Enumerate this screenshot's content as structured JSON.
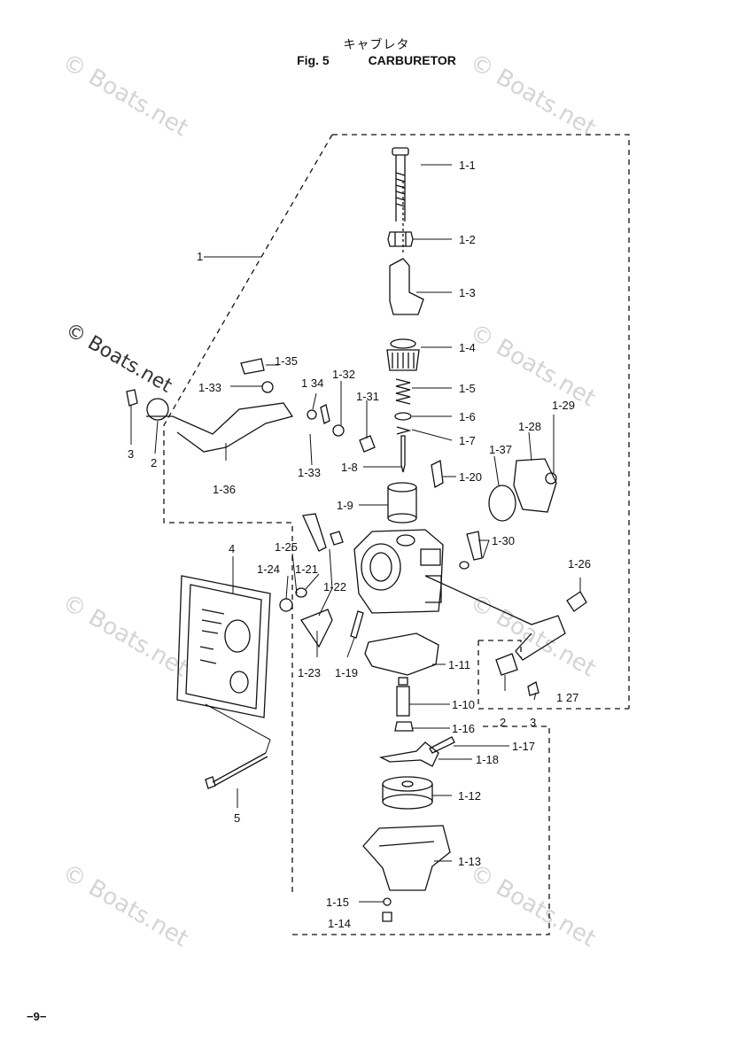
{
  "header": {
    "title_jp": "キャブレタ",
    "fig_label": "Fig. 5",
    "title_en": "CARBURETOR"
  },
  "footer": {
    "page_number": "−9−"
  },
  "watermarks": [
    {
      "text": "© Boats.net",
      "style": "light"
    },
    {
      "text": "© Boats.net",
      "style": "light"
    },
    {
      "text": "© Boats.net",
      "style": "dark"
    },
    {
      "text": "© Boats.net",
      "style": "light"
    },
    {
      "text": "© Boats.net",
      "style": "light"
    },
    {
      "text": "© Boats.net",
      "style": "light"
    },
    {
      "text": "© Boats.net",
      "style": "light"
    },
    {
      "text": "© Boats.net",
      "style": "light"
    }
  ],
  "part_labels": [
    {
      "id": "1-1",
      "text": "1-1"
    },
    {
      "id": "1-2",
      "text": "1-2"
    },
    {
      "id": "1-3",
      "text": "1-3"
    },
    {
      "id": "1-4",
      "text": "1-4"
    },
    {
      "id": "1-5",
      "text": "1-5"
    },
    {
      "id": "1-6",
      "text": "1-6"
    },
    {
      "id": "1-7",
      "text": "1-7"
    },
    {
      "id": "1-8",
      "text": "1-8"
    },
    {
      "id": "1-9",
      "text": "1-9"
    },
    {
      "id": "1-10",
      "text": "1-10"
    },
    {
      "id": "1-11",
      "text": "1-11"
    },
    {
      "id": "1-12",
      "text": "1-12"
    },
    {
      "id": "1-13",
      "text": "1-13"
    },
    {
      "id": "1-14",
      "text": "1-14"
    },
    {
      "id": "1-15",
      "text": "1-15"
    },
    {
      "id": "1-16",
      "text": "1-16"
    },
    {
      "id": "1-17",
      "text": "1-17"
    },
    {
      "id": "1-18",
      "text": "1-18"
    },
    {
      "id": "1-19",
      "text": "1-19"
    },
    {
      "id": "1-20",
      "text": "1-20"
    },
    {
      "id": "1-21",
      "text": "1-21"
    },
    {
      "id": "1-22",
      "text": "1-22"
    },
    {
      "id": "1-23",
      "text": "1-23"
    },
    {
      "id": "1-24",
      "text": "1-24"
    },
    {
      "id": "1-25",
      "text": "1-25"
    },
    {
      "id": "1-26",
      "text": "1-26"
    },
    {
      "id": "1-27",
      "text": "1 27"
    },
    {
      "id": "1-28",
      "text": "1-28"
    },
    {
      "id": "1-29",
      "text": "1-29"
    },
    {
      "id": "1-30",
      "text": "1-30"
    },
    {
      "id": "1-31",
      "text": "1-31"
    },
    {
      "id": "1-32",
      "text": "1-32"
    },
    {
      "id": "1-33a",
      "text": "1-33"
    },
    {
      "id": "1-33b",
      "text": "1-33"
    },
    {
      "id": "1-34",
      "text": "1 34"
    },
    {
      "id": "1-35",
      "text": "1-35"
    },
    {
      "id": "1-36",
      "text": "1-36"
    },
    {
      "id": "1-37",
      "text": "1-37"
    },
    {
      "id": "1",
      "text": "1"
    },
    {
      "id": "2a",
      "text": "2"
    },
    {
      "id": "2b",
      "text": "2"
    },
    {
      "id": "3a",
      "text": "3"
    },
    {
      "id": "3b",
      "text": "3"
    },
    {
      "id": "4",
      "text": "4"
    },
    {
      "id": "5",
      "text": "5"
    }
  ]
}
